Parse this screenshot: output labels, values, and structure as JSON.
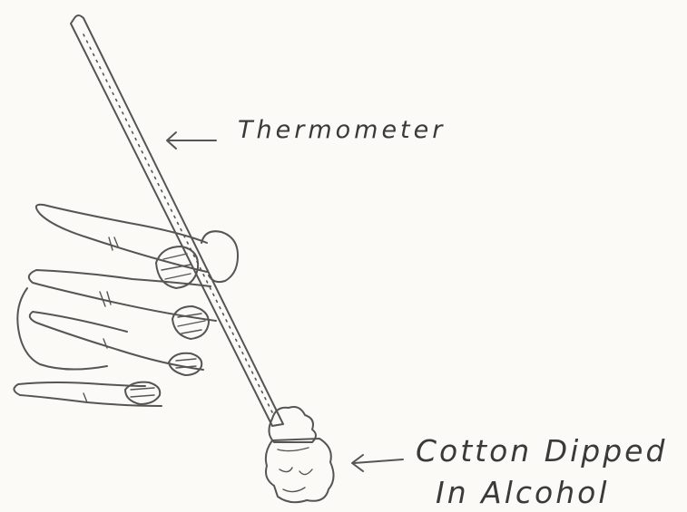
{
  "labels": {
    "thermometer": "Thermometer",
    "cotton_line1": "Cotton Dipped",
    "cotton_line2": "In Alcohol"
  },
  "colors": {
    "paper": "#fbfaf6",
    "pencil": "#555555"
  }
}
